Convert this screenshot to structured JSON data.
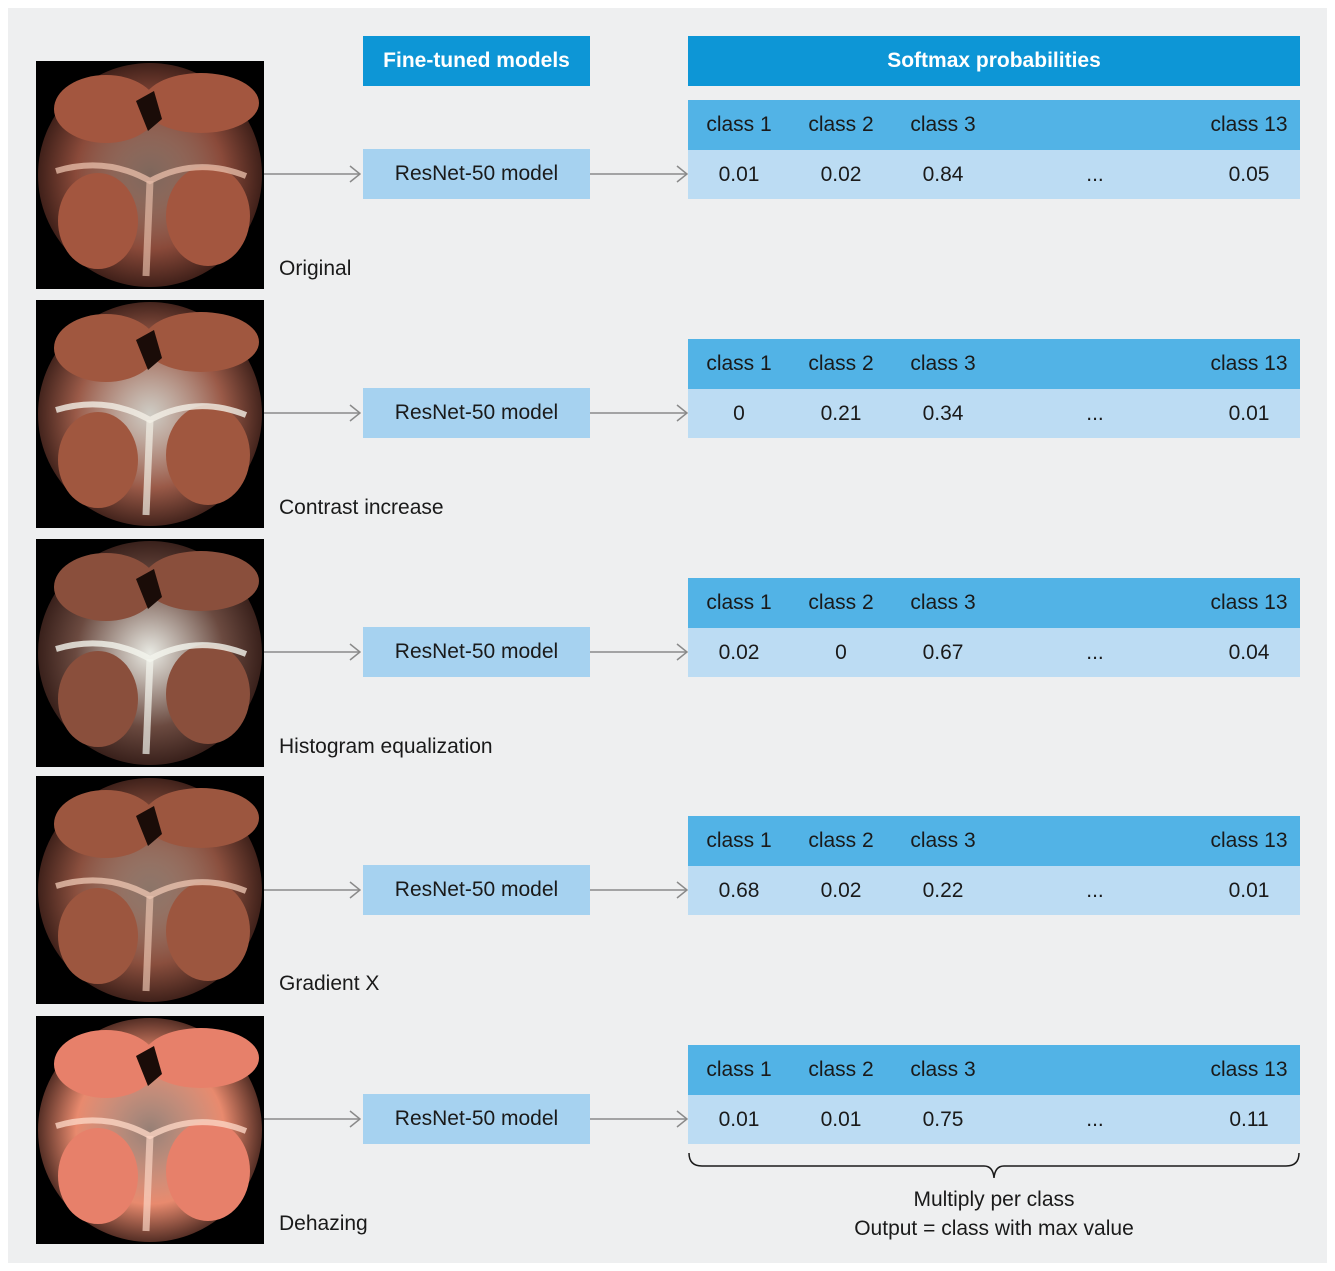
{
  "headers": {
    "models": "Fine-tuned models",
    "softmax": "Softmax probabilities"
  },
  "columns": [
    "class 1",
    "class 2",
    "class 3",
    "",
    "class 13"
  ],
  "model_label": "ResNet-50 model",
  "rows": [
    {
      "caption": "Original",
      "values": [
        "0.01",
        "0.02",
        "0.84",
        "...",
        "0.05"
      ],
      "tint": "original"
    },
    {
      "caption": "Contrast increase",
      "values": [
        "0",
        "0.21",
        "0.34",
        "...",
        "0.01"
      ],
      "tint": "contrast"
    },
    {
      "caption": "Histogram equalization",
      "values": [
        "0.02",
        "0",
        "0.67",
        "...",
        "0.04"
      ],
      "tint": "histogram"
    },
    {
      "caption": "Gradient X",
      "values": [
        "0.68",
        "0.02",
        "0.22",
        "...",
        "0.01"
      ],
      "tint": "gradient"
    },
    {
      "caption": "Dehazing",
      "values": [
        "0.01",
        "0.01",
        "0.75",
        "...",
        "0.11"
      ],
      "tint": "dehazing"
    }
  ],
  "summary": {
    "line1": "Multiply per class",
    "line2": "Output = class with max value"
  },
  "colors": {
    "header_dark": "#0d96d6",
    "header_light": "#52b3e6",
    "row_light": "#bcdcf3",
    "model_box": "#a6d2f0"
  }
}
